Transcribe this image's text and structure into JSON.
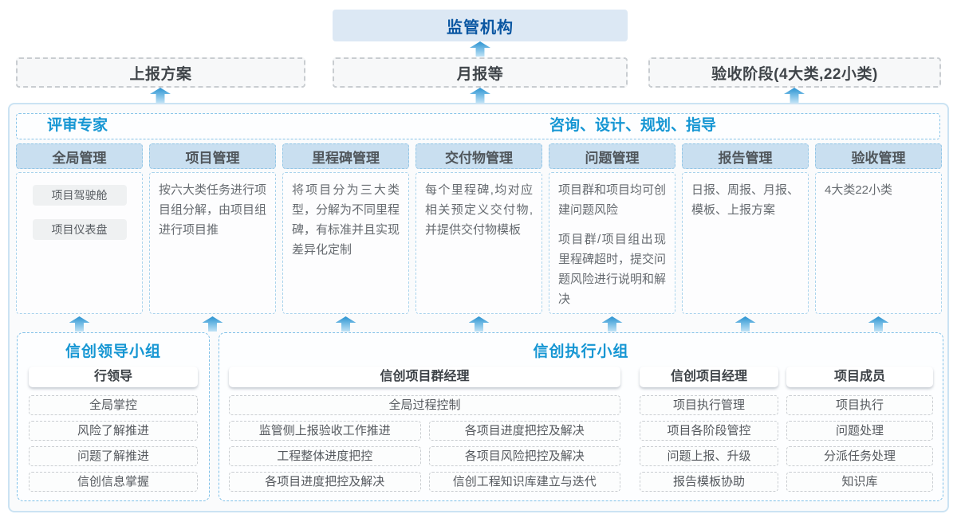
{
  "colors": {
    "accent_blue": "#1596d3",
    "title_navy": "#0b57a2",
    "column_header_fill": "#c9dff0",
    "regulator_fill": "#dce8f4",
    "arrow_blue": "#2a92d1"
  },
  "top": {
    "regulator": "监管机构"
  },
  "outputs": [
    {
      "label": "上报方案"
    },
    {
      "label": "月报等"
    },
    {
      "label": "验收阶段(4大类,22小类)"
    }
  ],
  "platform": {
    "expert_left": "评审专家",
    "expert_right": "咨询、设计、规划、指导",
    "columns": [
      {
        "title": "全局管理",
        "pills": [
          "项目驾驶舱",
          "项目仪表盘"
        ]
      },
      {
        "title": "项目管理",
        "paragraphs": [
          "按六大类任务进行项目组分解，由项目组进行项目推"
        ]
      },
      {
        "title": "里程碑管理",
        "paragraphs": [
          "将项目分为三大类型，分解为不同里程碑，有标准并且实现差异化定制"
        ]
      },
      {
        "title": "交付物管理",
        "paragraphs": [
          "每个里程碑,均对应相关预定义交付物,并提供交付物模板"
        ]
      },
      {
        "title": "问题管理",
        "paragraphs": [
          "项目群和项目均可创建问题风险",
          "项目群/项目组出现里程碑超时，提交问题风险进行说明和解决"
        ]
      },
      {
        "title": "报告管理",
        "paragraphs": [
          "日报、周报、月报、模板、上报方案"
        ]
      },
      {
        "title": "验收管理",
        "paragraphs": [
          "4大类22小类"
        ]
      }
    ]
  },
  "groups": {
    "leader": {
      "title": "信创领导小组",
      "role": "行领导",
      "items": [
        "全局掌控",
        "风险了解推进",
        "问题了解推进",
        "信创信息掌握"
      ]
    },
    "exec": {
      "title": "信创执行小组",
      "pm_group": {
        "role": "信创项目群经理",
        "full_item": "全局过程控制",
        "left": [
          "监管侧上报验收工作推进",
          "工程整体进度把控",
          "各项目进度把控及解决"
        ],
        "right": [
          "各项目进度把控及解决",
          "各项目风险把控及解决",
          "信创工程知识库建立与迭代"
        ]
      },
      "pm": {
        "role": "信创项目经理",
        "items": [
          "项目执行管理",
          "项目各阶段管控",
          "问题上报、升级",
          "报告模板协助"
        ]
      },
      "member": {
        "role": "项目成员",
        "items": [
          "项目执行",
          "问题处理",
          "分派任务处理",
          "知识库"
        ]
      }
    }
  }
}
